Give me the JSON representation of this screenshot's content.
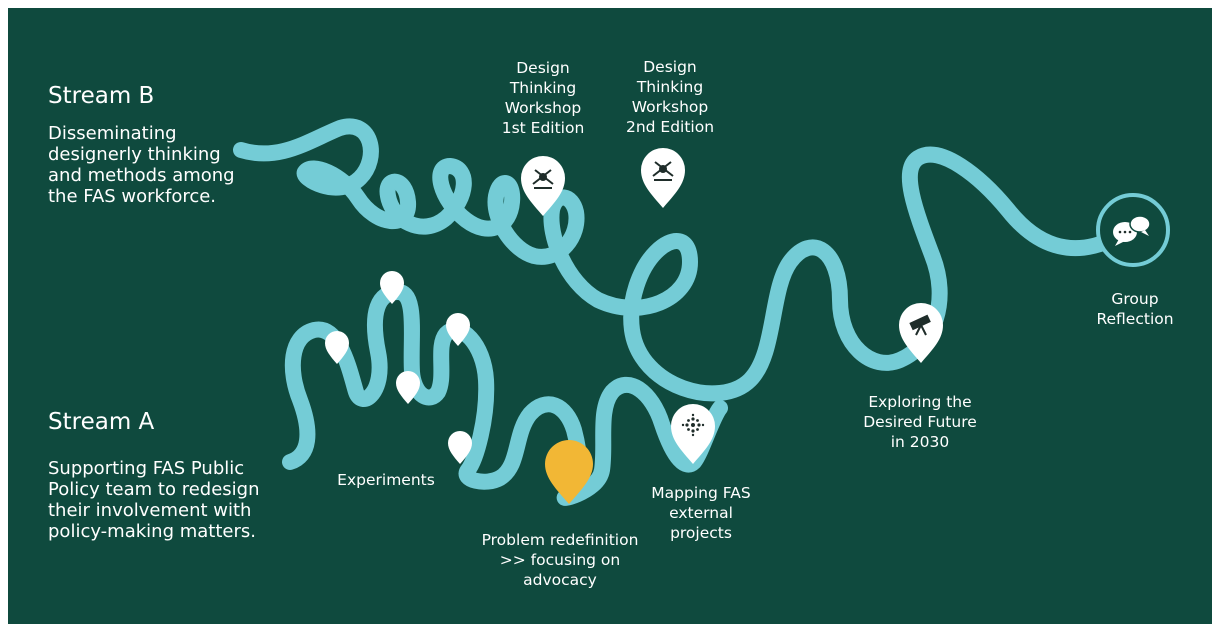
{
  "stream_b": {
    "title": "Stream B",
    "description": "Disseminating\ndesignerly thinking\nand methods among\nthe FAS workforce."
  },
  "stream_a": {
    "title": "Stream A",
    "description": "Supporting FAS Public\nPolicy team to redesign\ntheir involvement with\npolicy-making matters."
  },
  "milestones": {
    "workshop_1": "Design\nThinking\nWorkshop\n1st Edition",
    "workshop_2": "Design\nThinking\nWorkshop\n2nd Edition",
    "experiments": "Experiments",
    "problem_redefinition": "Problem redefinition\n>> focusing on\nadvocacy",
    "mapping": "Mapping FAS\nexternal\nprojects",
    "exploring": "Exploring the\nDesired Future\nin 2030",
    "group_reflection": "Group\nReflection"
  },
  "colors": {
    "background": "#0f4a3e",
    "road": "#74ccd6",
    "pin": "#ffffff",
    "pin_highlight": "#f2b735",
    "text": "#ffffff"
  },
  "icons": {
    "workshop_1": "design-tools-icon",
    "workshop_2": "design-tools-icon",
    "problem_redefinition": "empty-highlight-pin",
    "mapping": "dot-network-icon",
    "exploring": "telescope-icon",
    "group_reflection": "speech-bubbles-icon"
  }
}
